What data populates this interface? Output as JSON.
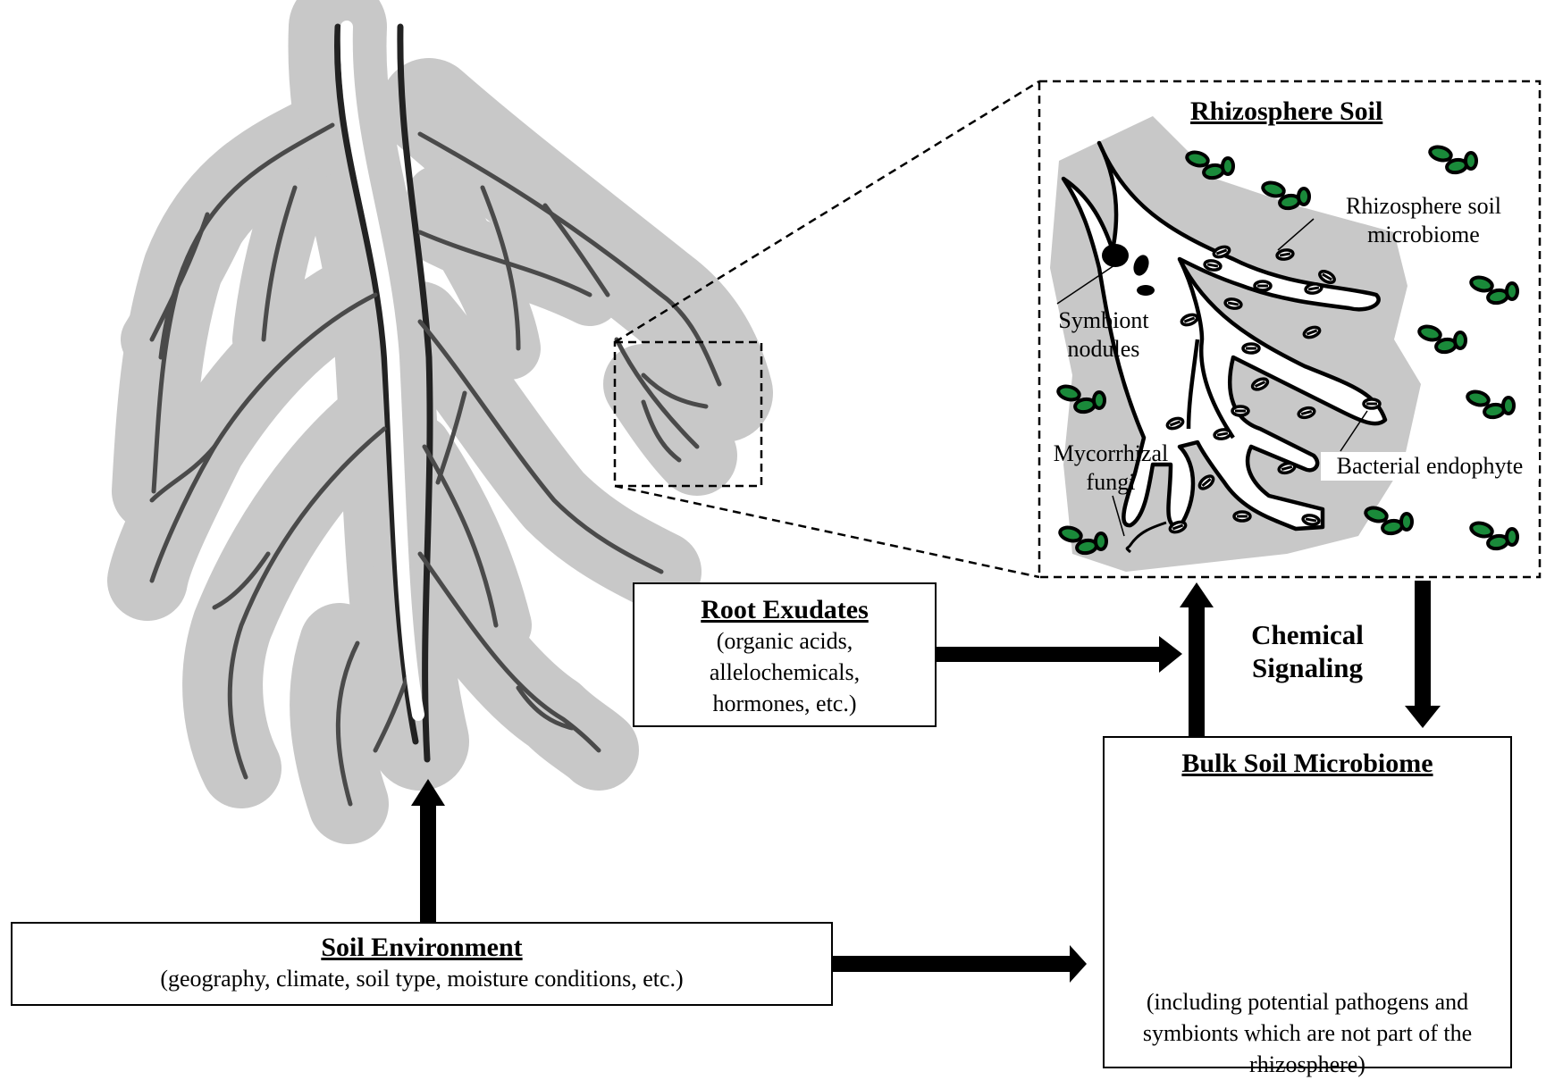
{
  "rhizosphere_panel": {
    "title": "Rhizosphere Soil",
    "labels": {
      "rhizosphere_microbiome_line1": "Rhizosphere soil",
      "rhizosphere_microbiome_line2": "microbiome",
      "symbiont_line1": "Symbiont",
      "symbiont_line2": "nodules",
      "mycorrhizal_line1": "Mycorrhizal",
      "mycorrhizal_line2": "fungi",
      "bacterial_endophyte": "Bacterial endophyte"
    }
  },
  "root_exudates": {
    "title": "Root Exudates",
    "desc_line1": "(organic acids,",
    "desc_line2": "allelochemicals,",
    "desc_line3": "hormones, etc.)"
  },
  "chemical_signaling": {
    "line1": "Chemical",
    "line2": "Signaling"
  },
  "bulk_soil": {
    "title": "Bulk Soil Microbiome",
    "desc_line1": "(including potential pathogens and",
    "desc_line2": "symbionts which are not part of the",
    "desc_line3": "rhizosphere)"
  },
  "soil_environment": {
    "title": "Soil Environment",
    "desc": "(geography, climate, soil type, moisture conditions, etc.)"
  },
  "colors": {
    "halo": "#c8c8c8",
    "root": "#4a4a4a",
    "microbe_green": "#1a8a3a",
    "outline": "#000000"
  }
}
